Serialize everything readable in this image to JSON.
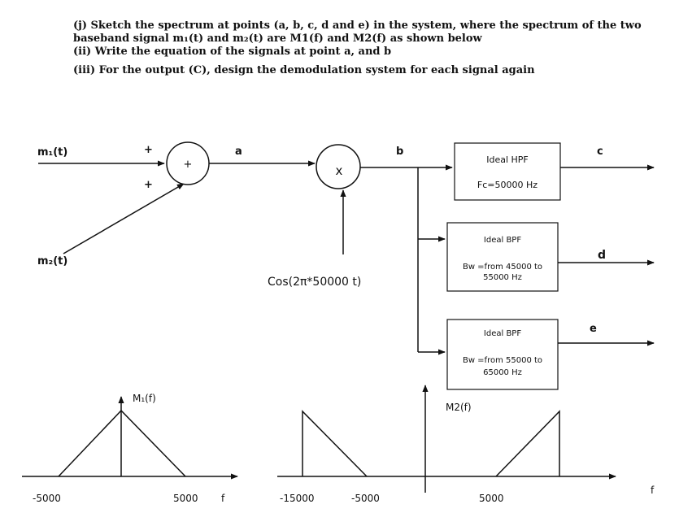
{
  "questions": {
    "q1_line1": "(j) Sketch the spectrum at points (a, b, c, d and e) in the system, where the spectrum of the two",
    "q1_line2": "baseband signal m₁(t) and m₂(t)  are M1(f) and M2(f) as shown below",
    "q2": "(ii) Write the equation of the signals at point a, and b",
    "q3": "(iii) For the output (C), design the demodulation system for each signal again"
  },
  "diagram": {
    "input1": "m₁(t)",
    "input2": "m₂(t)",
    "plus_top": "+",
    "plus_bottom": "+",
    "adder_symbol": "+",
    "multiplier_symbol": "x",
    "point_a": "a",
    "point_b": "b",
    "point_c": "c",
    "point_d": "d",
    "point_e": "e",
    "carrier": "Cos(2π*50000 t)",
    "hpf": {
      "title": "Ideal HPF",
      "param": "Fc=50000 Hz"
    },
    "bpf1": {
      "title": "Ideal BPF",
      "param1": "Bw =from 45000  to",
      "param2": "55000 Hz"
    },
    "bpf2": {
      "title": "Ideal BPF",
      "param1": "Bw =from 55000  to",
      "param2": "65000 Hz"
    }
  },
  "spectrum1": {
    "label": "M₁(f)",
    "tick_neg": "-5000",
    "tick_pos": "5000",
    "axis": "f"
  },
  "spectrum2": {
    "label": "M2(f)",
    "tick_neg_outer": "-15000",
    "tick_neg_inner": "-5000",
    "tick_pos_inner": "5000",
    "axis": "f"
  }
}
